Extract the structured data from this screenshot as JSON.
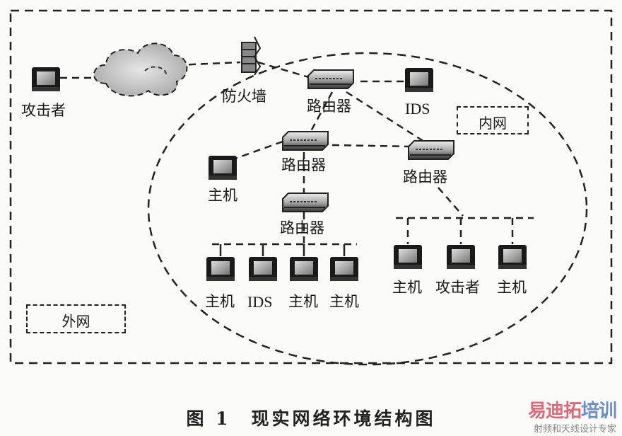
{
  "diagram": {
    "zones": {
      "external": "外网",
      "internal": "内网"
    },
    "nodes": {
      "attacker_external": "攻击者",
      "firewall": "防火墙",
      "router_top": "路由器",
      "ids_top": "IDS",
      "router_mid_left": "路由器",
      "router_mid_right": "路由器",
      "host_left": "主机",
      "router_lower": "路由器",
      "bottom_group": [
        "主机",
        "IDS",
        "主机",
        "主机"
      ],
      "right_group": [
        "主机",
        "攻击者",
        "主机"
      ]
    },
    "edges": [
      [
        "attacker_external",
        "internet_cloud"
      ],
      [
        "internet_cloud",
        "firewall"
      ],
      [
        "firewall",
        "router_top"
      ],
      [
        "router_top",
        "ids_top"
      ],
      [
        "router_top",
        "router_mid_left"
      ],
      [
        "router_top",
        "router_mid_right"
      ],
      [
        "router_mid_left",
        "router_mid_right"
      ],
      [
        "router_mid_left",
        "host_left"
      ],
      [
        "router_mid_left",
        "router_lower"
      ],
      [
        "router_lower",
        "bottom_group"
      ],
      [
        "router_mid_right",
        "right_group"
      ]
    ]
  },
  "caption": "图 1　现实网络环境结构图",
  "watermark": {
    "line1_a": "易迪拓",
    "line1_b": "培训",
    "line2": "射频和天线设计专家"
  }
}
